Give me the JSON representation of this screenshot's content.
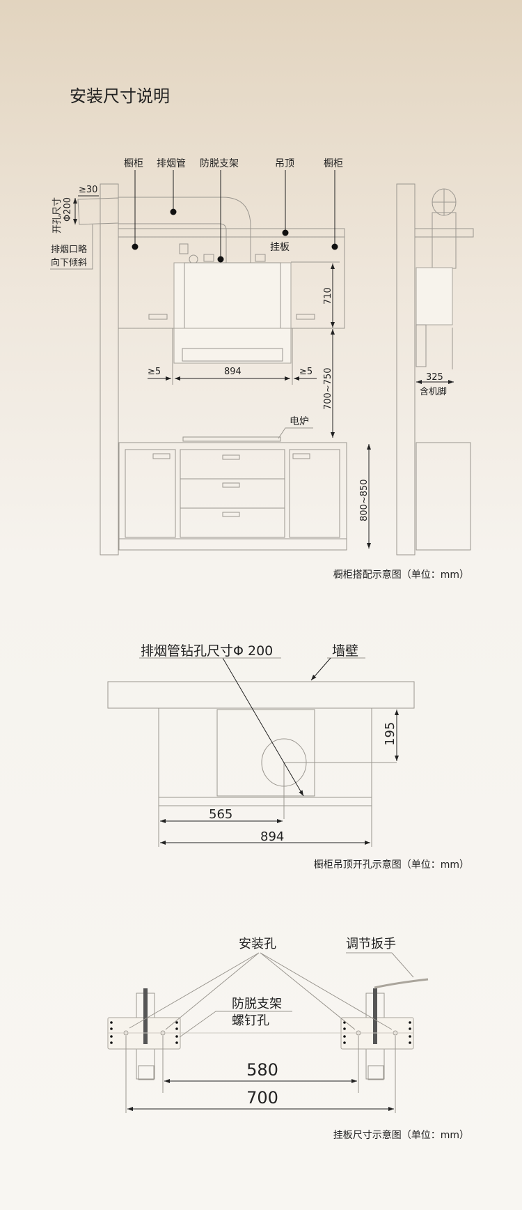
{
  "title": "安装尺寸说明",
  "section1": {
    "labels": {
      "cabinet_left": "橱柜",
      "duct": "排烟管",
      "anti_drop_bracket": "防脱支架",
      "ceiling": "吊顶",
      "cabinet_right": "橱柜",
      "hanging_plate": "挂板",
      "stove": "电炉"
    },
    "hole_size_line1": "开孔尺寸",
    "hole_size_line2": "Φ200",
    "gap_min": "≥30",
    "outlet_note_line1": "排烟口略",
    "outlet_note_line2": "向下倾斜",
    "dims": {
      "hood_height": "710",
      "hood_width": "894",
      "side_gap_left": "≥5",
      "side_gap_right": "≥5",
      "hood_to_stove": "700~750",
      "counter_height": "800~850",
      "depth": "325",
      "depth_note": "含机脚"
    },
    "caption": "橱柜搭配示意图（单位：mm）"
  },
  "section2": {
    "drill_label": "排烟管钻孔尺寸Φ 200",
    "wall_label": "墙壁",
    "dims": {
      "from_wall": "195",
      "from_left": "565",
      "width": "894"
    },
    "caption": "橱柜吊顶开孔示意图（单位：mm）"
  },
  "section3": {
    "mount_holes_label": "安装孔",
    "wrench_label": "调节扳手",
    "screw_label_line1": "防脱支架",
    "screw_label_line2": "螺钉孔",
    "dims": {
      "inner": "580",
      "outer": "700"
    },
    "caption": "挂板尺寸示意图（单位：mm）"
  }
}
